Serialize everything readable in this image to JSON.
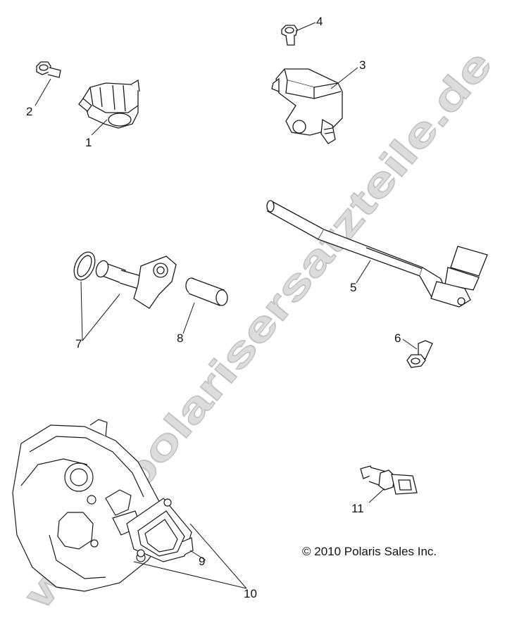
{
  "diagram": {
    "callouts": {
      "c1": "1",
      "c2": "2",
      "c3": "3",
      "c4": "4",
      "c5": "5",
      "c6": "6",
      "c7": "7",
      "c8": "8",
      "c9": "9",
      "c10": "10",
      "c11": "11"
    },
    "copyright": "© 2010 Polaris Sales Inc.",
    "watermark": "www.polarisersatzteile.de"
  },
  "colors": {
    "line": "#1a1a1a",
    "watermark": "#d9d9d9",
    "watermark_outline": "#bdbdbd"
  }
}
